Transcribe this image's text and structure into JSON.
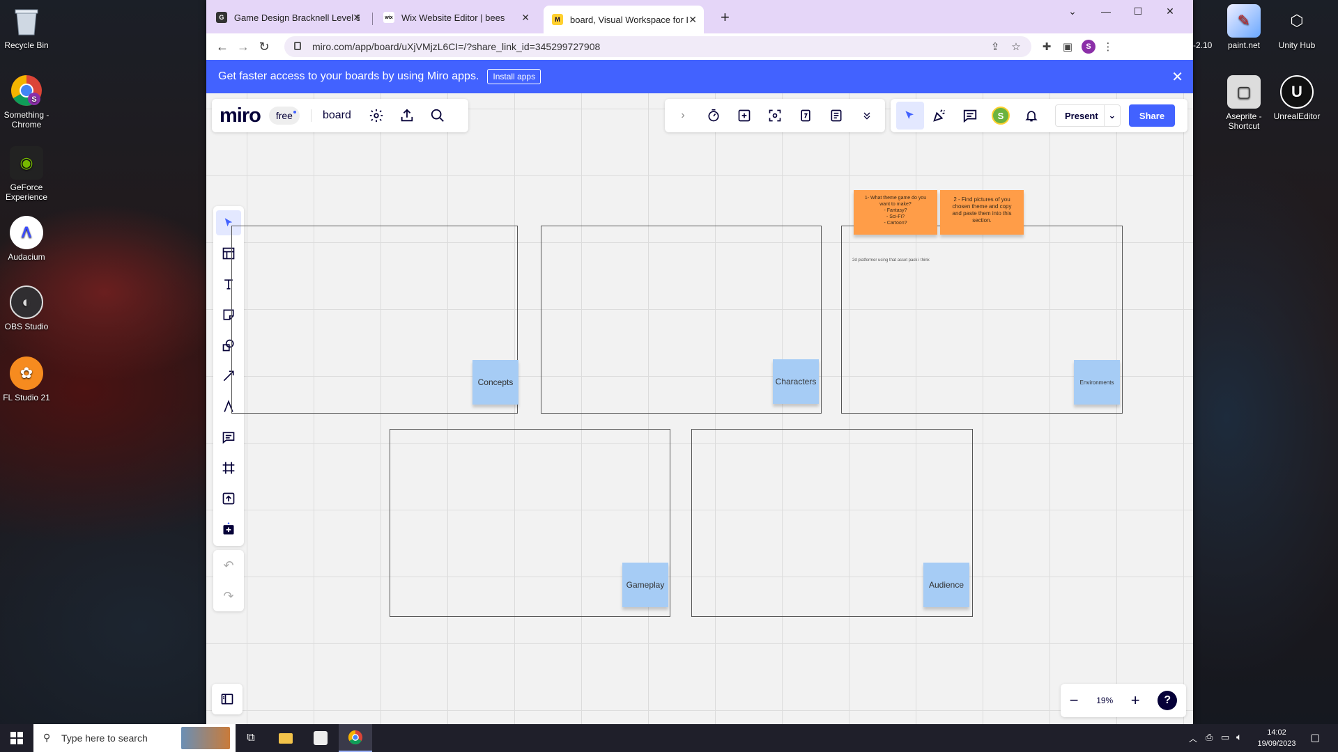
{
  "desktop": {
    "icons_left": [
      {
        "label": "Recycle Bin",
        "icon": "recycle-bin-icon"
      },
      {
        "label": "Something - Chrome",
        "icon": "chrome-icon"
      },
      {
        "label": "GeForce Experience",
        "icon": "geforce-icon"
      },
      {
        "label": "Audacium",
        "icon": "audacium-icon"
      },
      {
        "label": "OBS Studio",
        "icon": "obs-icon"
      },
      {
        "label": "FL Studio 21",
        "icon": "fl-studio-icon"
      }
    ],
    "icons_right": [
      {
        "label": "paint.net",
        "icon": "paintnet-icon"
      },
      {
        "label": "Unity Hub",
        "icon": "unity-hub-icon"
      },
      {
        "label": "Aseprite - Shortcut",
        "icon": "aseprite-icon"
      },
      {
        "label": "UnrealEditor",
        "icon": "unreal-icon"
      }
    ],
    "partial_label": "-2.10"
  },
  "browser": {
    "tabs": [
      {
        "title": "Game Design Bracknell Level 3",
        "favicon": "G"
      },
      {
        "title": "Wix Website Editor | bees",
        "favicon": "wix"
      },
      {
        "title": "board, Visual Workspace for Innc",
        "favicon": "M"
      }
    ],
    "new_tab": "+",
    "url": "miro.com/app/board/uXjVMjzL6CI=/?share_link_id=345299727908",
    "profile_initial": "S"
  },
  "banner": {
    "text": "Get faster access to your boards by using Miro apps.",
    "button": "Install apps",
    "close": "✕"
  },
  "miro": {
    "logo": "miro",
    "plan": "free",
    "board_name": "board",
    "present_label": "Present",
    "share_label": "Share",
    "user_initial": "S",
    "zoom": "19%",
    "help": "?"
  },
  "board": {
    "frames": [
      {
        "sticky": "Concepts"
      },
      {
        "sticky": "Characters"
      },
      {
        "sticky": "Environments"
      },
      {
        "sticky": "Gameplay"
      },
      {
        "sticky": "Audience"
      }
    ],
    "note_text": "2d platformer using that asset pack i think",
    "orange_stickies": [
      {
        "lines": [
          "1- What theme game do you",
          "want to make?",
          "- Fantasy?",
          "- Sci-Fi?",
          "- Cartoon?"
        ]
      },
      {
        "lines": [
          "2 - Find pictures of you",
          "chosen theme and copy",
          "and paste them into this",
          "section."
        ]
      }
    ]
  },
  "taskbar": {
    "search_placeholder": "Type here to search",
    "time": "14:02",
    "date": "19/09/2023"
  },
  "colors": {
    "tab_bar": "#e5d6f8",
    "banner": "#4262ff",
    "sticky_blue": "#a6ccf5",
    "sticky_orange": "#ff9d48",
    "share": "#4262ff"
  }
}
